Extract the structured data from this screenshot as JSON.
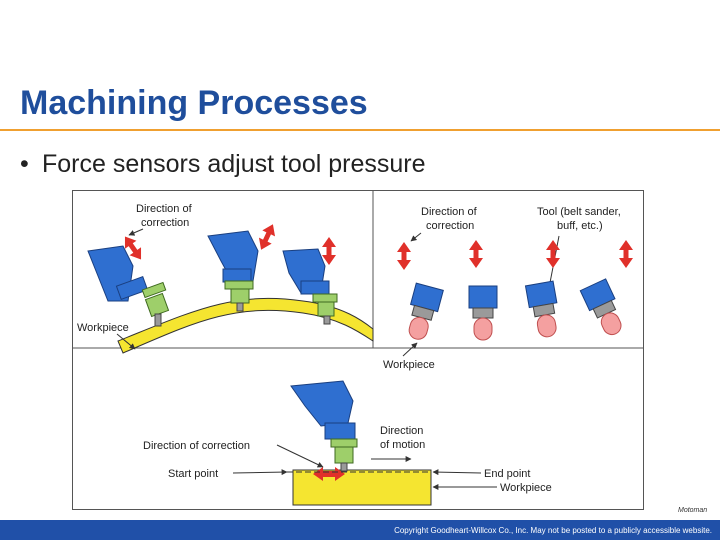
{
  "slide": {
    "title": "Machining Processes",
    "bullet": "Force sensors adjust tool pressure"
  },
  "figure": {
    "labels": {
      "direction_of_correction_1a": "Direction of",
      "direction_of_correction_1b": "correction",
      "workpiece_1": "Workpiece",
      "direction_of_correction_2a": "Direction of",
      "direction_of_correction_2b": "correction",
      "tool_a": "Tool (belt sander,",
      "tool_b": "buff, etc.)",
      "workpiece_2": "Workpiece",
      "direction_of_motion_a": "Direction",
      "direction_of_motion_b": "of motion",
      "direction_of_correction_3": "Direction of correction",
      "start_point": "Start point",
      "end_point": "End point",
      "workpiece_3": "Workpiece"
    },
    "credit": "Motoman"
  },
  "footer": {
    "text": "Copyright Goodheart-Willcox Co., Inc.  May not be posted to a publicly accessible website."
  },
  "colors": {
    "title": "#1f4e9c",
    "title_rule": "#f0a030",
    "footer_bar": "#2050a8",
    "arrow_red": "#e0302a",
    "robot_blue": "#2f6fd0",
    "workpiece_yellow": "#f5e530",
    "tool_pink": "#f4a0a0"
  }
}
